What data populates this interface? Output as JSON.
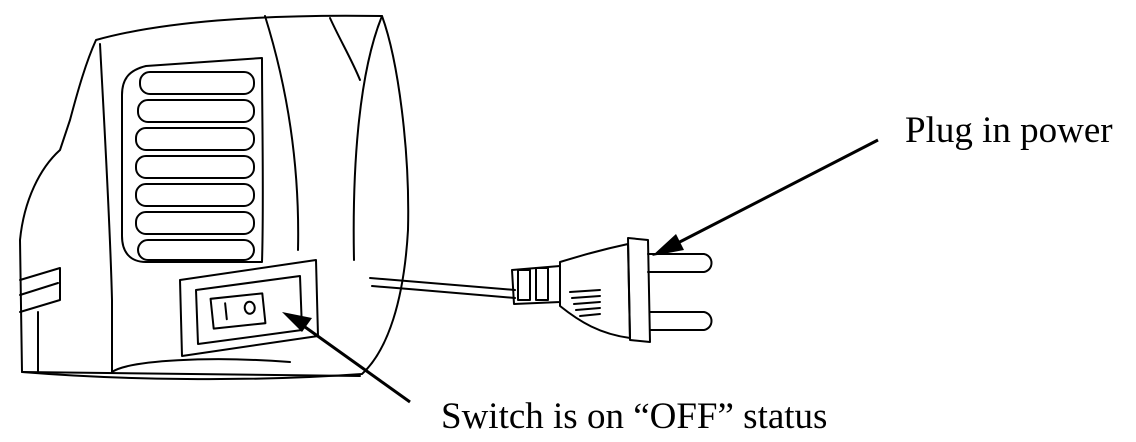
{
  "labels": {
    "plug": "Plug in power",
    "switch": "Switch is on “OFF” status"
  },
  "switch_symbols": {
    "on_mark": "I",
    "off_mark": "O"
  },
  "colors": {
    "ink": "#000000",
    "background": "#ffffff"
  }
}
